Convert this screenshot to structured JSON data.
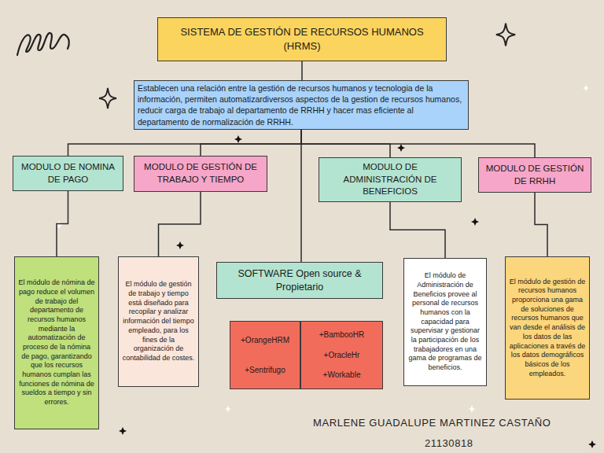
{
  "diagram": {
    "nodes": [
      {
        "text": [
          "SISTEMA DE GESTIÓN DE RECURSOS HUMANOS (HRMS)"
        ]
      },
      {
        "text": [
          "Establecen una relación entre la gestión de recursos humanos y tecnologia de la información, permiten automatizardiversos aspectos de la gestion de recursos humanos, reducir carga de trabajo al departamento de RRHH y hacer mas eficiente al departamento de normalización de RRHH."
        ]
      },
      {
        "text": [
          "MODULO DE NOMINA DE PAGO"
        ]
      },
      {
        "text": [
          "MODULO DE GESTIÓN DE TRABAJO Y TIEMPO"
        ]
      },
      {
        "text": [
          "MODULO DE ADMINISTRACIÓN DE BENEFICIOS"
        ]
      },
      {
        "text": [
          "MODULO DE GESTIÓN DE RRHH"
        ]
      },
      {
        "text": [
          "El módulo de nómina de pago reduce el volumen de trabajo del departamento de recursos humanos mediante la automatización de proceso de la nómina de pago, garantizando que los recursos humanos cumplan las funciones de nómina de sueldos a tiempo y sin errores."
        ]
      },
      {
        "text": [
          "El módulo de gestión de trabajo y tiempo está diseñado para recopilar y analizar información del tiempo empleado, para los fines de la organización de contabilidad de costes."
        ]
      },
      {
        "text": [
          "SOFTWARE Open source & Propietario"
        ]
      },
      {
        "text": [
          "+OrangeHRM",
          "+Sentrifugo"
        ]
      },
      {
        "text": [
          "+BambooHR",
          "+OracleHr",
          "+Workable"
        ]
      },
      {
        "text": [
          "El módulo de Administración de Beneficios provee al personal de recursos humanos con la capacidad para supervisar y gestionar la participación de los trabajadores en una gama de programas de beneficios."
        ]
      },
      {
        "text": [
          "El módulo de gestión de recursos humanos proporciona una gama de soluciones de recursos humanos que van desde el análisis de los datos de las aplicaciones a través de los datos demográficos básicos de los empleados."
        ]
      }
    ],
    "edges": [
      {
        "from": 0,
        "to": 1,
        "arrow": "none"
      },
      {
        "from": 1,
        "to": 2,
        "arrow": "none"
      },
      {
        "from": 1,
        "to": 3,
        "arrow": "none"
      },
      {
        "from": 1,
        "to": 8,
        "arrow": "none"
      },
      {
        "from": 1,
        "to": 4,
        "arrow": "none"
      },
      {
        "from": 1,
        "to": 5,
        "arrow": "none"
      },
      {
        "from": 2,
        "to": 6,
        "arrow": "none"
      },
      {
        "from": 3,
        "to": 7,
        "arrow": "none"
      },
      {
        "from": 4,
        "to": 11,
        "arrow": "none"
      },
      {
        "from": 5,
        "to": 12,
        "arrow": "none"
      }
    ],
    "labels": [
      "MARLENE GUADALUPE MARTINEZ CASTAÑO",
      "21130818"
    ]
  }
}
